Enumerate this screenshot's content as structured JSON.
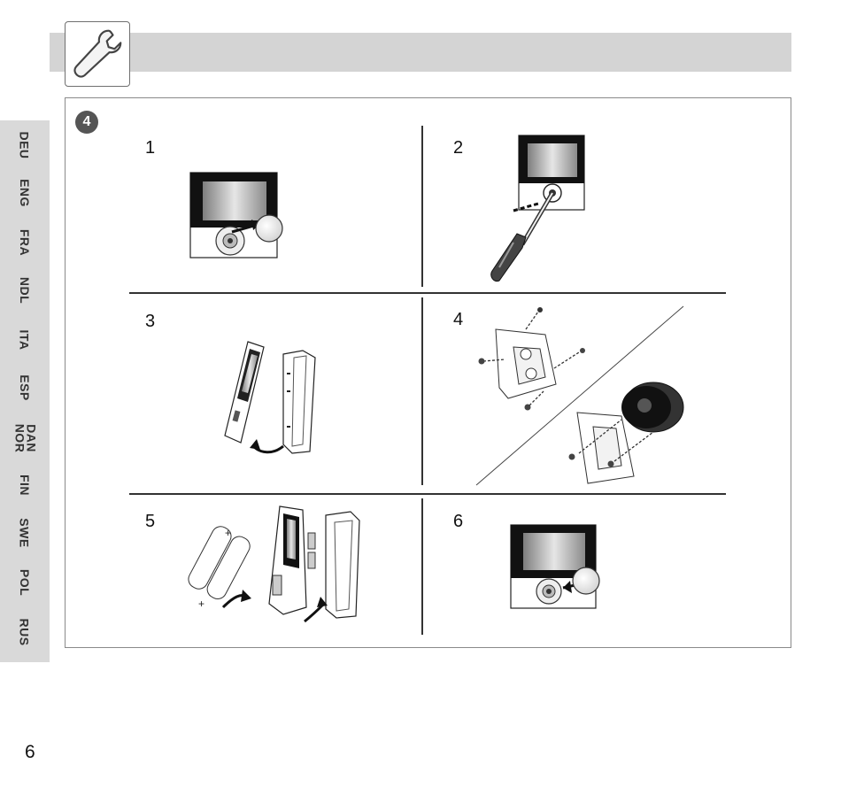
{
  "page": {
    "number": "6"
  },
  "header": {
    "icon": "wrench-icon"
  },
  "languages": [
    "DEU",
    "ENG",
    "FRA",
    "NDL",
    "ITA",
    "ESP",
    "DAN\nNOR",
    "FIN",
    "SWE",
    "POL",
    "RUS"
  ],
  "section": {
    "step": "4",
    "panels": [
      {
        "number": "1"
      },
      {
        "number": "2"
      },
      {
        "number": "3"
      },
      {
        "number": "4"
      },
      {
        "number": "5"
      },
      {
        "number": "6"
      }
    ]
  },
  "colors": {
    "band": "#d4d4d4",
    "sidebar": "#d9d9d9",
    "badge": "#555555"
  }
}
